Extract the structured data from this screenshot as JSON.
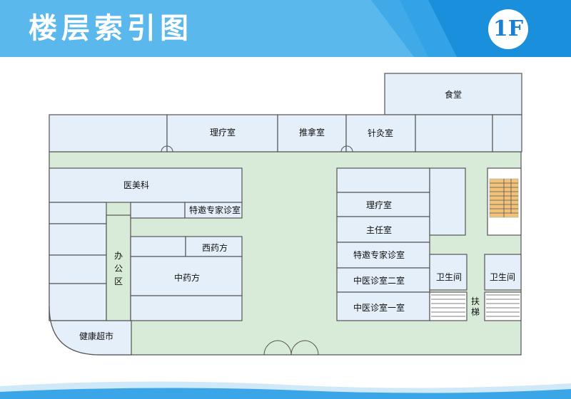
{
  "header": {
    "title": "楼层索引图",
    "floor_badge": "1F"
  },
  "colors": {
    "corridor": "#d8ebd8",
    "room": "#e4eff9",
    "wall": "#555555",
    "stairs": "#f2c27a",
    "header": "#5ab8ec"
  },
  "rooms": {
    "canteen": "食堂",
    "therapy_top": "理疗室",
    "massage": "推拿室",
    "acupuncture": "针灸室",
    "cosmetic": "医美科",
    "expert_left": "特邀专家诊室",
    "western_pharmacy": "西药方",
    "office": "办\n公\n区",
    "chinese_pharmacy": "中药方",
    "supermarket": "健康超市",
    "therapy_right": "理疗室",
    "director": "主任室",
    "expert_right": "特邀专家诊室",
    "tcm_2": "中医诊室二室",
    "tcm_1": "中医诊室一室",
    "restroom_1": "卫生间",
    "restroom_2": "卫生间",
    "escalator": "扶\n梯"
  }
}
